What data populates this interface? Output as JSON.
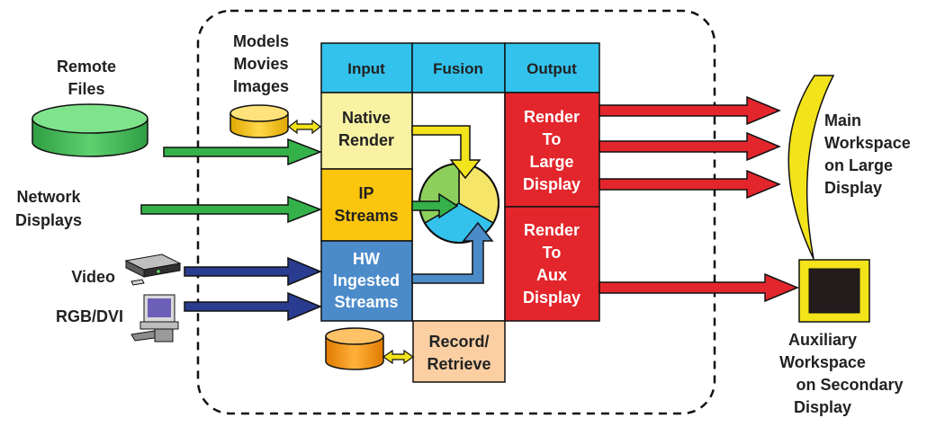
{
  "sources": {
    "remote_files": [
      "Remote",
      "Files"
    ],
    "network_displays": [
      "Network",
      "Displays"
    ],
    "video": "Video",
    "rgb_dvi": "RGB/DVI",
    "models": [
      "Models",
      "Movies",
      "Images"
    ]
  },
  "columns": {
    "input": "Input",
    "fusion": "Fusion",
    "output": "Output"
  },
  "input_boxes": {
    "native": [
      "Native",
      "Render"
    ],
    "ip": [
      "IP",
      "Streams"
    ],
    "hw": [
      "HW",
      "Ingested",
      "Streams"
    ]
  },
  "output_boxes": {
    "large": [
      "Render",
      "To",
      "Large",
      "Display"
    ],
    "aux": [
      "Render",
      "To",
      "Aux",
      "Display"
    ]
  },
  "record": [
    "Record/",
    "Retrieve"
  ],
  "targets": {
    "main": [
      "Main",
      "Workspace",
      "on Large",
      "Display"
    ],
    "aux": [
      "Auxiliary",
      "Workspace",
      "on Secondary",
      "Display"
    ]
  },
  "colors": {
    "header": "#33c2ec",
    "native": "#f8f2a2",
    "ip": "#fbc50c",
    "hw": "#4b8bca",
    "output": "#e3262c",
    "record": "#fbcfa2",
    "green": "#35b14a",
    "blue": "#2a3c8f",
    "red": "#e3262c",
    "yellow": "#f2e31b"
  }
}
